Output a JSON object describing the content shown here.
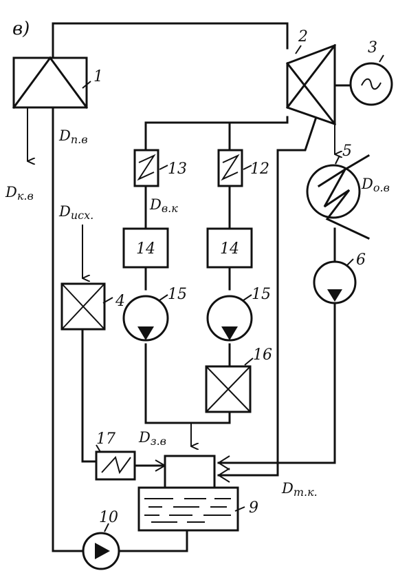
{
  "figure_letter": "в)",
  "components": {
    "c1": "1",
    "c2": "2",
    "c3": "3",
    "c4": "4",
    "c5": "5",
    "c6": "6",
    "c9": "9",
    "c10": "10",
    "c12": "12",
    "c13": "13",
    "c14a": "14",
    "c14b": "14",
    "c15a": "15",
    "c15b": "15",
    "c16": "16",
    "c17": "17"
  },
  "flows": {
    "d_pv": {
      "main": "D",
      "sub": "п.в"
    },
    "d_kv": {
      "main": "D",
      "sub": "к.в"
    },
    "d_isx": {
      "main": "D",
      "sub": "исх."
    },
    "d_vk": {
      "main": "D",
      "sub": "в.к"
    },
    "d_ov": {
      "main": "D",
      "sub": "о.в"
    },
    "d_zv": {
      "main": "D",
      "sub": "з.в"
    },
    "d_tk": {
      "main": "D",
      "sub": "т.к."
    }
  }
}
